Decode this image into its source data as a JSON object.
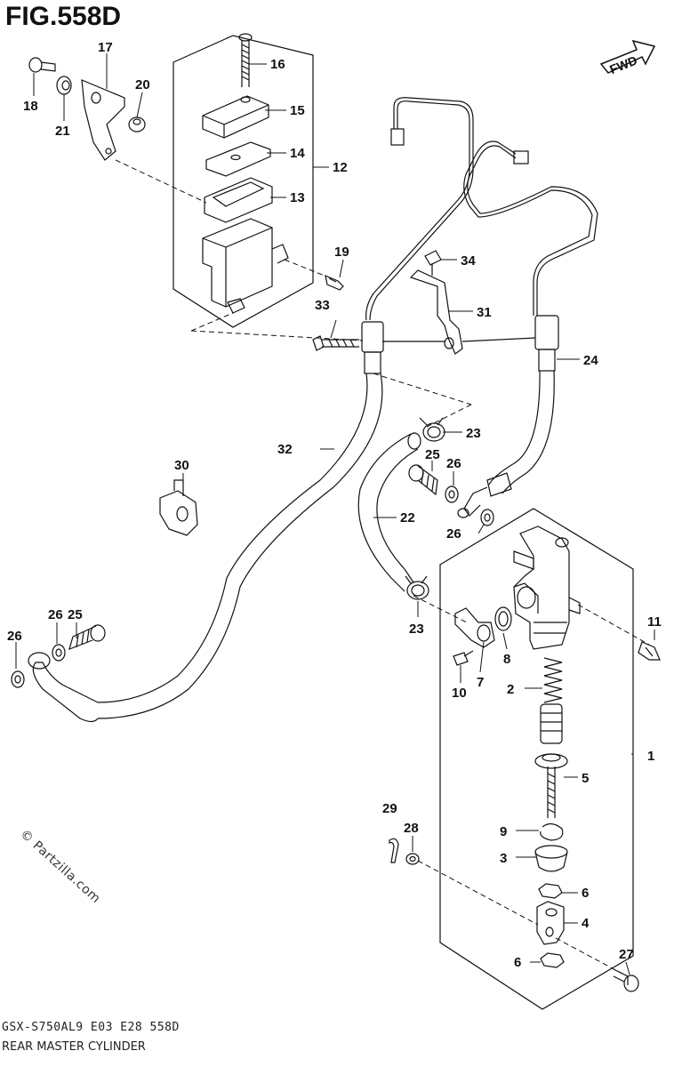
{
  "figure_title": "FIG.558D",
  "footer_code": "GSX-S750AL9  E03  E28  558D",
  "footer_name": "REAR MASTER CYLINDER",
  "watermark": "© Partzilla.com",
  "fwd_label": "FWD",
  "callouts": {
    "c1": "1",
    "c2": "2",
    "c3": "3",
    "c4": "4",
    "c5": "5",
    "c6a": "6",
    "c6b": "6",
    "c7": "7",
    "c8": "8",
    "c9": "9",
    "c10": "10",
    "c11": "11",
    "c12": "12",
    "c13": "13",
    "c14": "14",
    "c15": "15",
    "c16": "16",
    "c17": "17",
    "c18": "18",
    "c19": "19",
    "c20": "20",
    "c21": "21",
    "c22": "22",
    "c23a": "23",
    "c23b": "23",
    "c24": "24",
    "c25a": "25",
    "c25b": "25",
    "c26a": "26",
    "c26b": "26",
    "c26c": "26",
    "c26d": "26",
    "c27": "27",
    "c28": "28",
    "c29": "29",
    "c30": "30",
    "c31": "31",
    "c32": "32",
    "c33": "33",
    "c34": "34"
  }
}
